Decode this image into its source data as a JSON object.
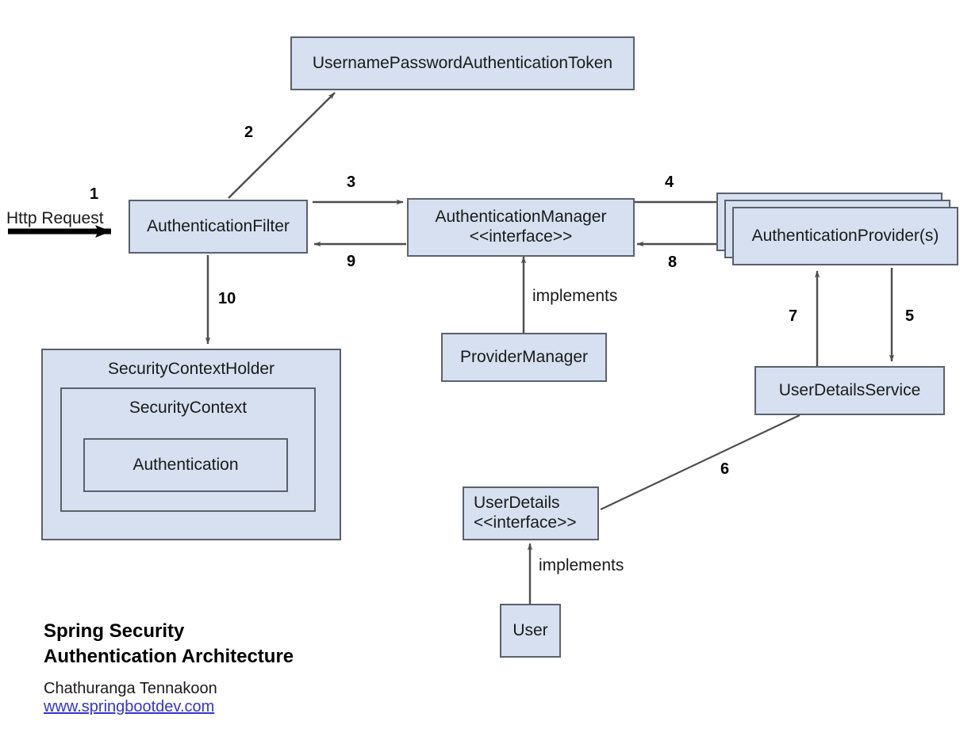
{
  "diagram": {
    "title_lines": [
      "Spring Security",
      "Authentication Architecture"
    ],
    "author": "Chathuranga Tennakoon",
    "website": "www.springbootdev.com",
    "entry_label": "Http Request",
    "boxes": {
      "token": "UsernamePasswordAuthenticationToken",
      "auth_filter": "AuthenticationFilter",
      "auth_manager_line1": "AuthenticationManager",
      "auth_manager_line2": "<<interface>>",
      "provider": "AuthenticationProvider(s)",
      "provider_manager": "ProviderManager",
      "user_details_service": "UserDetailsService",
      "user_details_line1": "UserDetails",
      "user_details_line2": "<<interface>>",
      "user": "User",
      "security_context_holder": "SecurityContextHolder",
      "security_context": "SecurityContext",
      "authentication": "Authentication"
    },
    "step_labels": {
      "s1": "1",
      "s2": "2",
      "s3": "3",
      "s4": "4",
      "s5": "5",
      "s6": "6",
      "s7": "7",
      "s8": "8",
      "s9": "9",
      "s10": "10"
    },
    "relation_labels": {
      "implements_provider_manager": "implements",
      "implements_user": "implements"
    },
    "colors": {
      "box_fill": "#d6e0f0",
      "box_border": "#5b616b",
      "link": "#3434d0",
      "arrow": "#4d4d4d",
      "text": "#1a1a1a"
    }
  }
}
